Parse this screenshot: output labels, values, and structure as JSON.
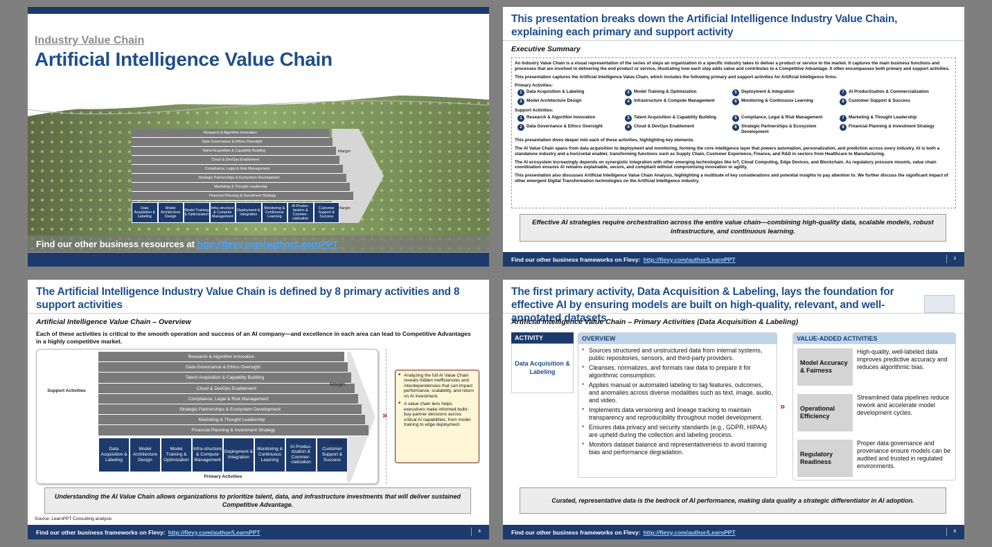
{
  "colors": {
    "navy": "#1c3a6b",
    "title_blue": "#1f4e8c",
    "gray_bar": "#7a7a7a",
    "accent_red": "#b51c1c"
  },
  "footer": {
    "label": "Find our other business frameworks on Flevy:",
    "link": "http://flevy.com/author/LearnPPT"
  },
  "slide1": {
    "kicker": "Industry Value Chain",
    "title": "Artificial Intelligence Value Chain",
    "resources_label": "Find our other business resources at",
    "resources_link": "http://flevy.com/author/LearnPPT"
  },
  "value_chain": {
    "support": [
      "Research & Algorithm Innovation",
      "Data Governance & Ethics Oversight",
      "Talent Acquisition & Capability Building",
      "Cloud & DevOps Enablement",
      "Compliance, Legal & Risk Management",
      "Strategic Partnerships & Ecosystem Development",
      "Marketing & Thought Leadership",
      "Financial Planning & Investment Strategy"
    ],
    "primary": [
      "Data Acquisition & Labeling",
      "Model Architecture Design",
      "Model Training & Optimization",
      "Infra-structure & Compute Management",
      "Deployment & Integration",
      "Monitoring & Continuous Learning",
      "AI Produc-tization & Commer-cialization",
      "Customer Support & Success"
    ],
    "margin": "Margin",
    "support_label": "Support Activities",
    "primary_label": "Primary Activities"
  },
  "slide2": {
    "title": "This presentation breaks down the Artificial Intelligence Industry Value Chain, explaining each primary and support activity",
    "subtitle": "Executive Summary",
    "p1": "An Industry Value Chain is a visual representation of the series of steps an organization in a specific industry takes to deliver a product or service to the market. It captures the main business functions and processes that are involved in delivering the end product or service, illustrating how each step adds value and contributes to a Competitive Advantage. It often encompasses both primary and support activities.",
    "p2": "This presentation captures the Artificial Intelligence Value Chain, which includes the following primary and support activities for Artificial Intelligence firms:",
    "primary_heading": "Primary Activities:",
    "primary": [
      {
        "n": "1",
        "t": "Data Acquisition & Labeling"
      },
      {
        "n": "3",
        "t": "Model Training & Optimization"
      },
      {
        "n": "5",
        "t": "Deployment & Integration"
      },
      {
        "n": "7",
        "t": "AI Productization & Commercialization"
      },
      {
        "n": "2",
        "t": "Model Architecture Design"
      },
      {
        "n": "4",
        "t": "Infrastructure & Compute Management"
      },
      {
        "n": "6",
        "t": "Monitoring & Continuous Learning"
      },
      {
        "n": "8",
        "t": "Customer Support & Success"
      }
    ],
    "support_heading": "Support Activities:",
    "support": [
      {
        "n": "1",
        "t": "Research & Algorithm Innovation"
      },
      {
        "n": "3",
        "t": "Talent Acquisition & Capability Building"
      },
      {
        "n": "5",
        "t": "Compliance, Legal & Risk Management"
      },
      {
        "n": "7",
        "t": "Marketing & Thought Leadership"
      },
      {
        "n": "2",
        "t": "Data Governance & Ethics Oversight"
      },
      {
        "n": "4",
        "t": "Cloud & DevOps Enablement"
      },
      {
        "n": "6",
        "t": "Strategic Partnerships & Ecosystem Development"
      },
      {
        "n": "8",
        "t": "Financial Planning & Investment Strategy"
      }
    ],
    "p3": "This presentation dives deeper into each of these activities, highlighting key elements.",
    "p4": "The AI Value Chain spans from data acquisition to deployment and monitoring, forming the core intelligence layer that powers automation, personalization, and prediction across every industry. AI is both a standalone industry and a horizontal enabler, transforming functions such as Supply Chain, Customer Experience, Finance, and R&D in sectors from Healthcare to Manufacturing.",
    "p5": "The AI ecosystem increasingly depends on synergistic integration with other emerging technologies like IoT, Cloud Computing, Edge Devices, and Blockchain.  As regulatory pressure mounts, value chain coordination ensures AI remains explainable, secure, and compliant without compromising innovation or agility.",
    "p6": "This presentation also discusses Artificial Intelligence Value Chain Analysis, highlighting a multitude of key considerations and potential insights to pay attention to.  We further discuss the significant impact of other emergent Digital Transformation technologies on the Artificial Intelligence industry.",
    "callout": "Effective AI strategies require orchestration across the entire value chain—combining high-quality data, scalable models, robust infrastructure, and continuous learning.",
    "page": "3"
  },
  "slide3": {
    "title": "The Artificial Intelligence Industry Value Chain is defined by 8 primary activities and 8 support activities",
    "subtitle": "Artificial Intelligence Value Chain – Overview",
    "lead": "Each of these activities is critical to the smooth operation and success of an AI company—and excellence in each area can lead to Competitive Advantages in a highly competitive market.",
    "notes": [
      "Analyzing the full AI Value Chain reveals hidden inefficiencies and interdependencies that can impact performance, scalability, and return on AI investment.",
      "A value chain lens helps executives make informed build-buy-partner decisions across critical AI capabilities, from model training to edge deployment."
    ],
    "callout": "Understanding the AI Value Chain allows organizations to prioritize talent, data, and infrastructure investments that will deliver sustained Competitive Advantage.",
    "source": "Source: LearnPPT Consulting analysis",
    "page": "6"
  },
  "slide4": {
    "title": "The first primary activity, Data Acquisition & Labeling, lays the foundation for effective AI by ensuring models are built on high-quality, relevant, and well-annotated datasets",
    "subtitle": "Artificial Intelligence Value Chain – Primary Activities (Data Acquisition & Labeling)",
    "activity_head": "ACTIVITY",
    "activity": "Data Acquisition & Labeling",
    "overview_head": "OVERVIEW",
    "overview": [
      "Sources structured and unstructured data from internal systems, public repositories, sensors, and third-party providers.",
      "Cleanses, normalizes, and formats raw data to prepare it for algorithmic consumption.",
      "Applies manual or automated labeling to tag features, outcomes, and anomalies across diverse modalities such as text, image, audio, and video.",
      "Implements data versioning and lineage tracking to maintain transparency and reproducibility throughout model development.",
      "Ensures data privacy and security standards (e.g., GDPR, HIPAA) are upheld during the collection and labeling process.",
      "Monitors dataset balance and representativeness to avoid training bias and performance degradation."
    ],
    "value_head": "VALUE-ADDED ACTIVITIES",
    "value": [
      {
        "label": "Model Accuracy & Fairness",
        "text": "High-quality, well-labeled data improves predictive accuracy and reduces algorithmic bias."
      },
      {
        "label": "Operational Efficiency",
        "text": "Streamlined data pipelines reduce rework and accelerate model development cycles."
      },
      {
        "label": "Regulatory Readiness",
        "text": "Proper data governance and provenance ensure models can be audited and trusted in regulated environments."
      }
    ],
    "callout": "Curated, representative data is the bedrock of AI performance, making data quality a strategic differentiator in AI adoption.",
    "page": "8"
  }
}
